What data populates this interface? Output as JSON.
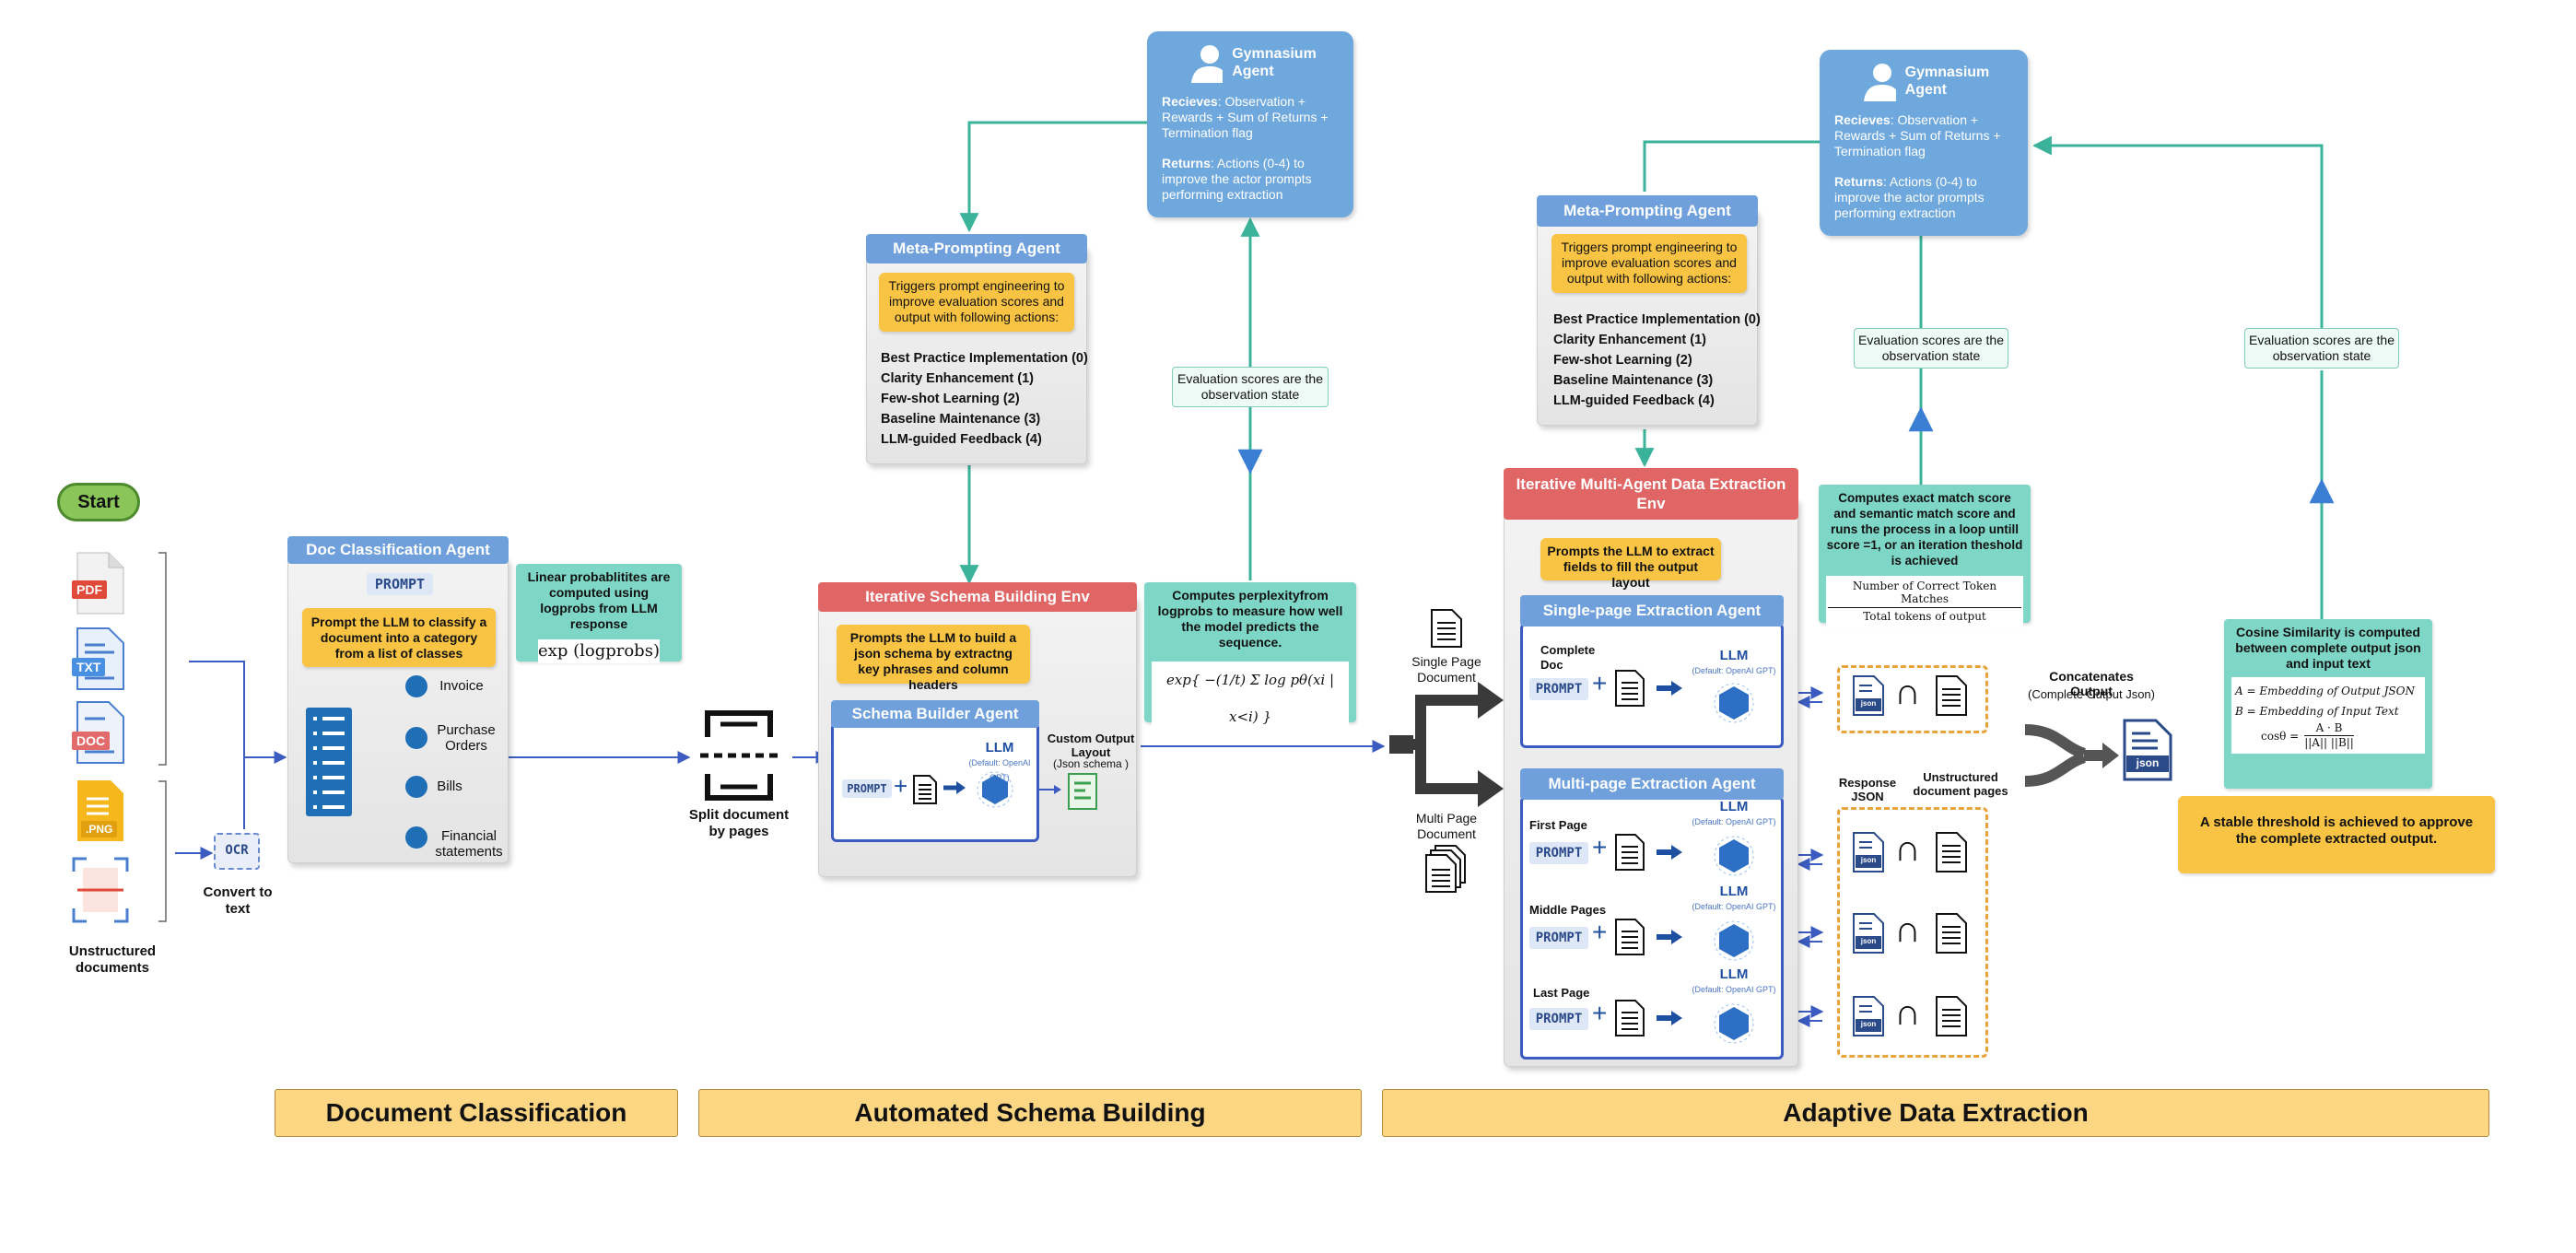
{
  "start": "Start",
  "unstructured_documents": "Unstructured documents",
  "doc_badges": {
    "pdf": "PDF",
    "txt": "TXT",
    "doc": "DOC",
    "png": ".PNG"
  },
  "ocr": {
    "label": "OCR",
    "caption": "Convert to text"
  },
  "doc_classification": {
    "title": "Doc Classification Agent",
    "prompt_chip": "PROMPT",
    "instruction": "Prompt the LLM to classify a document into a category from a list of classes",
    "classes": [
      "Invoice",
      "Purchase Orders",
      "Bills",
      "Financial statements"
    ],
    "logprob_note": "Linear probablitites are computed using logprobs from LLM response",
    "logprob_formula": "exp (logprobs)"
  },
  "split": {
    "caption": "Split document by pages"
  },
  "meta_prompt_1": {
    "title": "Meta-Prompting Agent",
    "trigger": "Triggers prompt engineering to improve evaluation scores and output with following actions:",
    "actions": [
      "Best Practice Implementation (0)",
      "Clarity Enhancement (1)",
      "Few-shot Learning (2)",
      "Baseline Maintenance (3)",
      "LLM-guided Feedback (4)"
    ]
  },
  "gym_1": {
    "title": "Gymnasium Agent",
    "recieves_label": "Recieves",
    "recieves_text": ": Observation + Rewards + Sum of Returns + Termination flag",
    "returns_label": "Returns",
    "returns_text": ": Actions (0-4) to improve the actor prompts performing extraction"
  },
  "obs_1": "Evaluation scores are the observation state",
  "schema_env": {
    "title": "Iterative Schema Building Env",
    "instruction": "Prompts the LLM to build a json schema by extractng key phrases and column headers",
    "agent_title": "Schema Builder Agent",
    "prompt_chip": "PROMPT",
    "llm": "LLM",
    "llm_default": "(Default: OpenAI GPT)",
    "output_title": "Custom Output Layout",
    "output_sub": "(Json schema )"
  },
  "perplexity": {
    "note": "Computes perplexityfrom logprobs to measure how well the model predicts the sequence.",
    "formula": "exp{ −(1/t) Σ log pθ(xi | x<i) }"
  },
  "single_page_doc": "Single Page Document",
  "multi_page_doc": "Multi Page Document",
  "extraction_env": {
    "title": "Iterative  Multi-Agent Data Extraction Env",
    "instruction": "Prompts the LLM to extract fields to fill the output layout",
    "single_title": "Single-page Extraction Agent",
    "complete_doc": "Complete Doc",
    "multi_title": "Multi-page Extraction Agent",
    "pages": [
      "First Page",
      "Middle Pages",
      "Last Page"
    ],
    "prompt_chip": "PROMPT",
    "llm": "LLM",
    "llm_default": "(Default: OpenAI GPT)"
  },
  "meta_prompt_2": {
    "title": "Meta-Prompting Agent",
    "trigger": "Triggers prompt engineering to improve evaluation scores and output with following actions:",
    "actions": [
      "Best Practice Implementation (0)",
      "Clarity Enhancement (1)",
      "Few-shot Learning (2)",
      "Baseline Maintenance (3)",
      "LLM-guided Feedback (4)"
    ]
  },
  "gym_2": {
    "title": "Gymnasium Agent",
    "recieves_label": "Recieves",
    "recieves_text": ": Observation + Rewards + Sum of Returns + Termination flag",
    "returns_label": "Returns",
    "returns_text": ": Actions (0-4) to improve the actor prompts performing extraction"
  },
  "obs_2": "Evaluation scores are the observation state",
  "obs_3": "Evaluation scores are the observation state",
  "exact_match": {
    "note": "Computes exact match score and semantic match score and runs the process in a loop untill score =1, or an iteration theshold is achieved",
    "numerator": "Number of Correct Token Matches",
    "denominator": "Total tokens of output"
  },
  "response_json": "Response JSON",
  "unstructured_pages": "Unstructured document pages",
  "json_label": "json",
  "concatenates": {
    "title": "Concatenates Output",
    "sub": "(Complete Output Json)"
  },
  "cosine": {
    "title": "Cosine Similarity is computed between complete output json and input text",
    "line_a": "A = Embedding of Output JSON",
    "line_b": "B = Embedding of Input Text",
    "lhs": "cosθ =",
    "num": "A · B",
    "den": "||A|| ||B||"
  },
  "stable": "A stable threshold is achieved to approve the complete extracted output.",
  "phases": [
    "Document Classification",
    "Automated Schema Building",
    "Adaptive Data Extraction"
  ],
  "colors": {
    "teal_line": "#3bb39b",
    "blue_line": "#3b5bc0",
    "header_blue": "#6fa0dc",
    "header_red": "#e06666",
    "yellow": "#f9c443",
    "teal_box": "#7ed6c6",
    "gym_blue": "#6fa8dc",
    "phase": "#fdd684",
    "dash_orange": "#e8a33c"
  }
}
